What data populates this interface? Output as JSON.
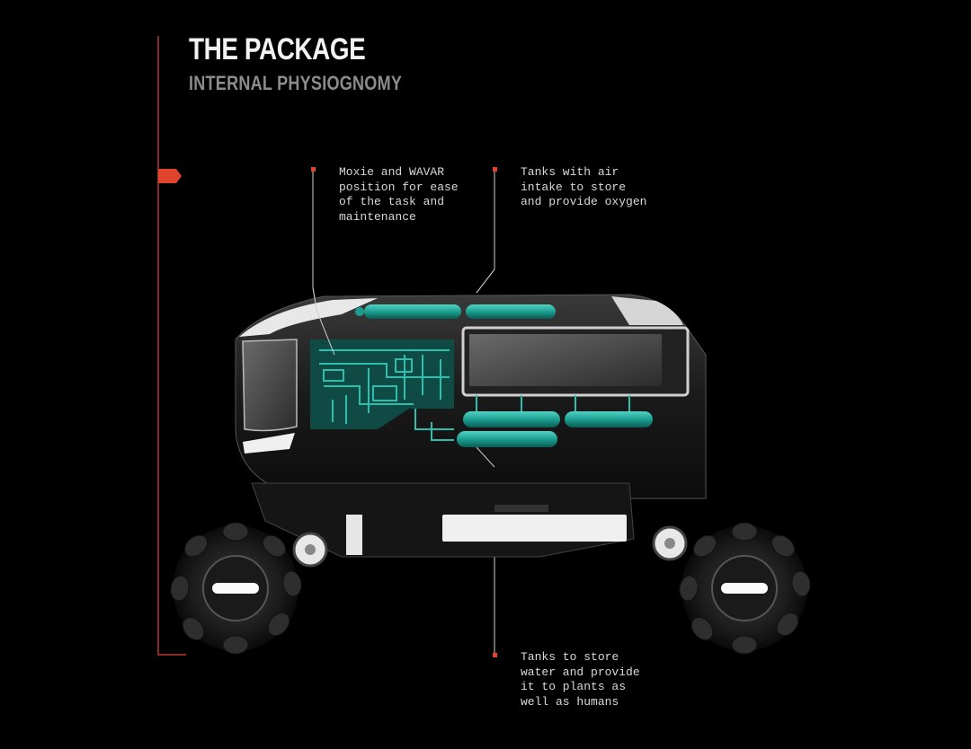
{
  "header": {
    "title": "THE PACKAGE",
    "subtitle": "INTERNAL PHYSIOGNOMY"
  },
  "annotations": [
    {
      "text": "Moxie and WAVAR\nposition for ease\nof the task and\nmaintenance"
    },
    {
      "text": "Tanks with air\nintake to store\nand provide oxygen"
    },
    {
      "text": "Tanks to store\nwater and provide\nit to plants as\nwell as humans"
    }
  ],
  "colors": {
    "background": "#000000",
    "accent": "#e0442c",
    "teal": "#1fa79a",
    "text": "#d8d8d8",
    "subtitle": "#8c8c8c"
  },
  "icons": {
    "section_marker": "red-arrow-tab"
  }
}
